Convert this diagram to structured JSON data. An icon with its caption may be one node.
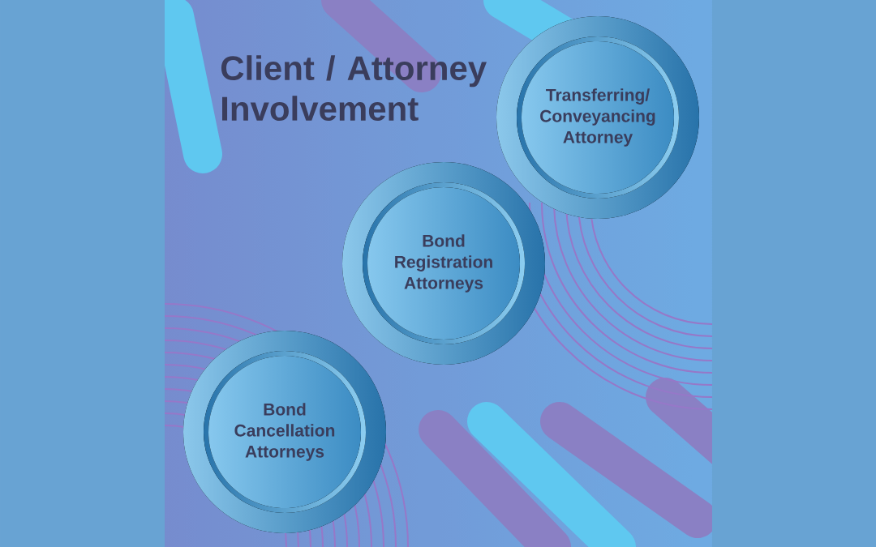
{
  "diagram": {
    "title": "Client / Attorney Involvement",
    "nodes": [
      {
        "text": [
          "Transferring/ Conveyancing Attorney"
        ]
      },
      {
        "text": [
          "Bond Registration Attorneys"
        ]
      },
      {
        "text": [
          "Bond Cancellation Attorneys"
        ]
      }
    ]
  }
}
